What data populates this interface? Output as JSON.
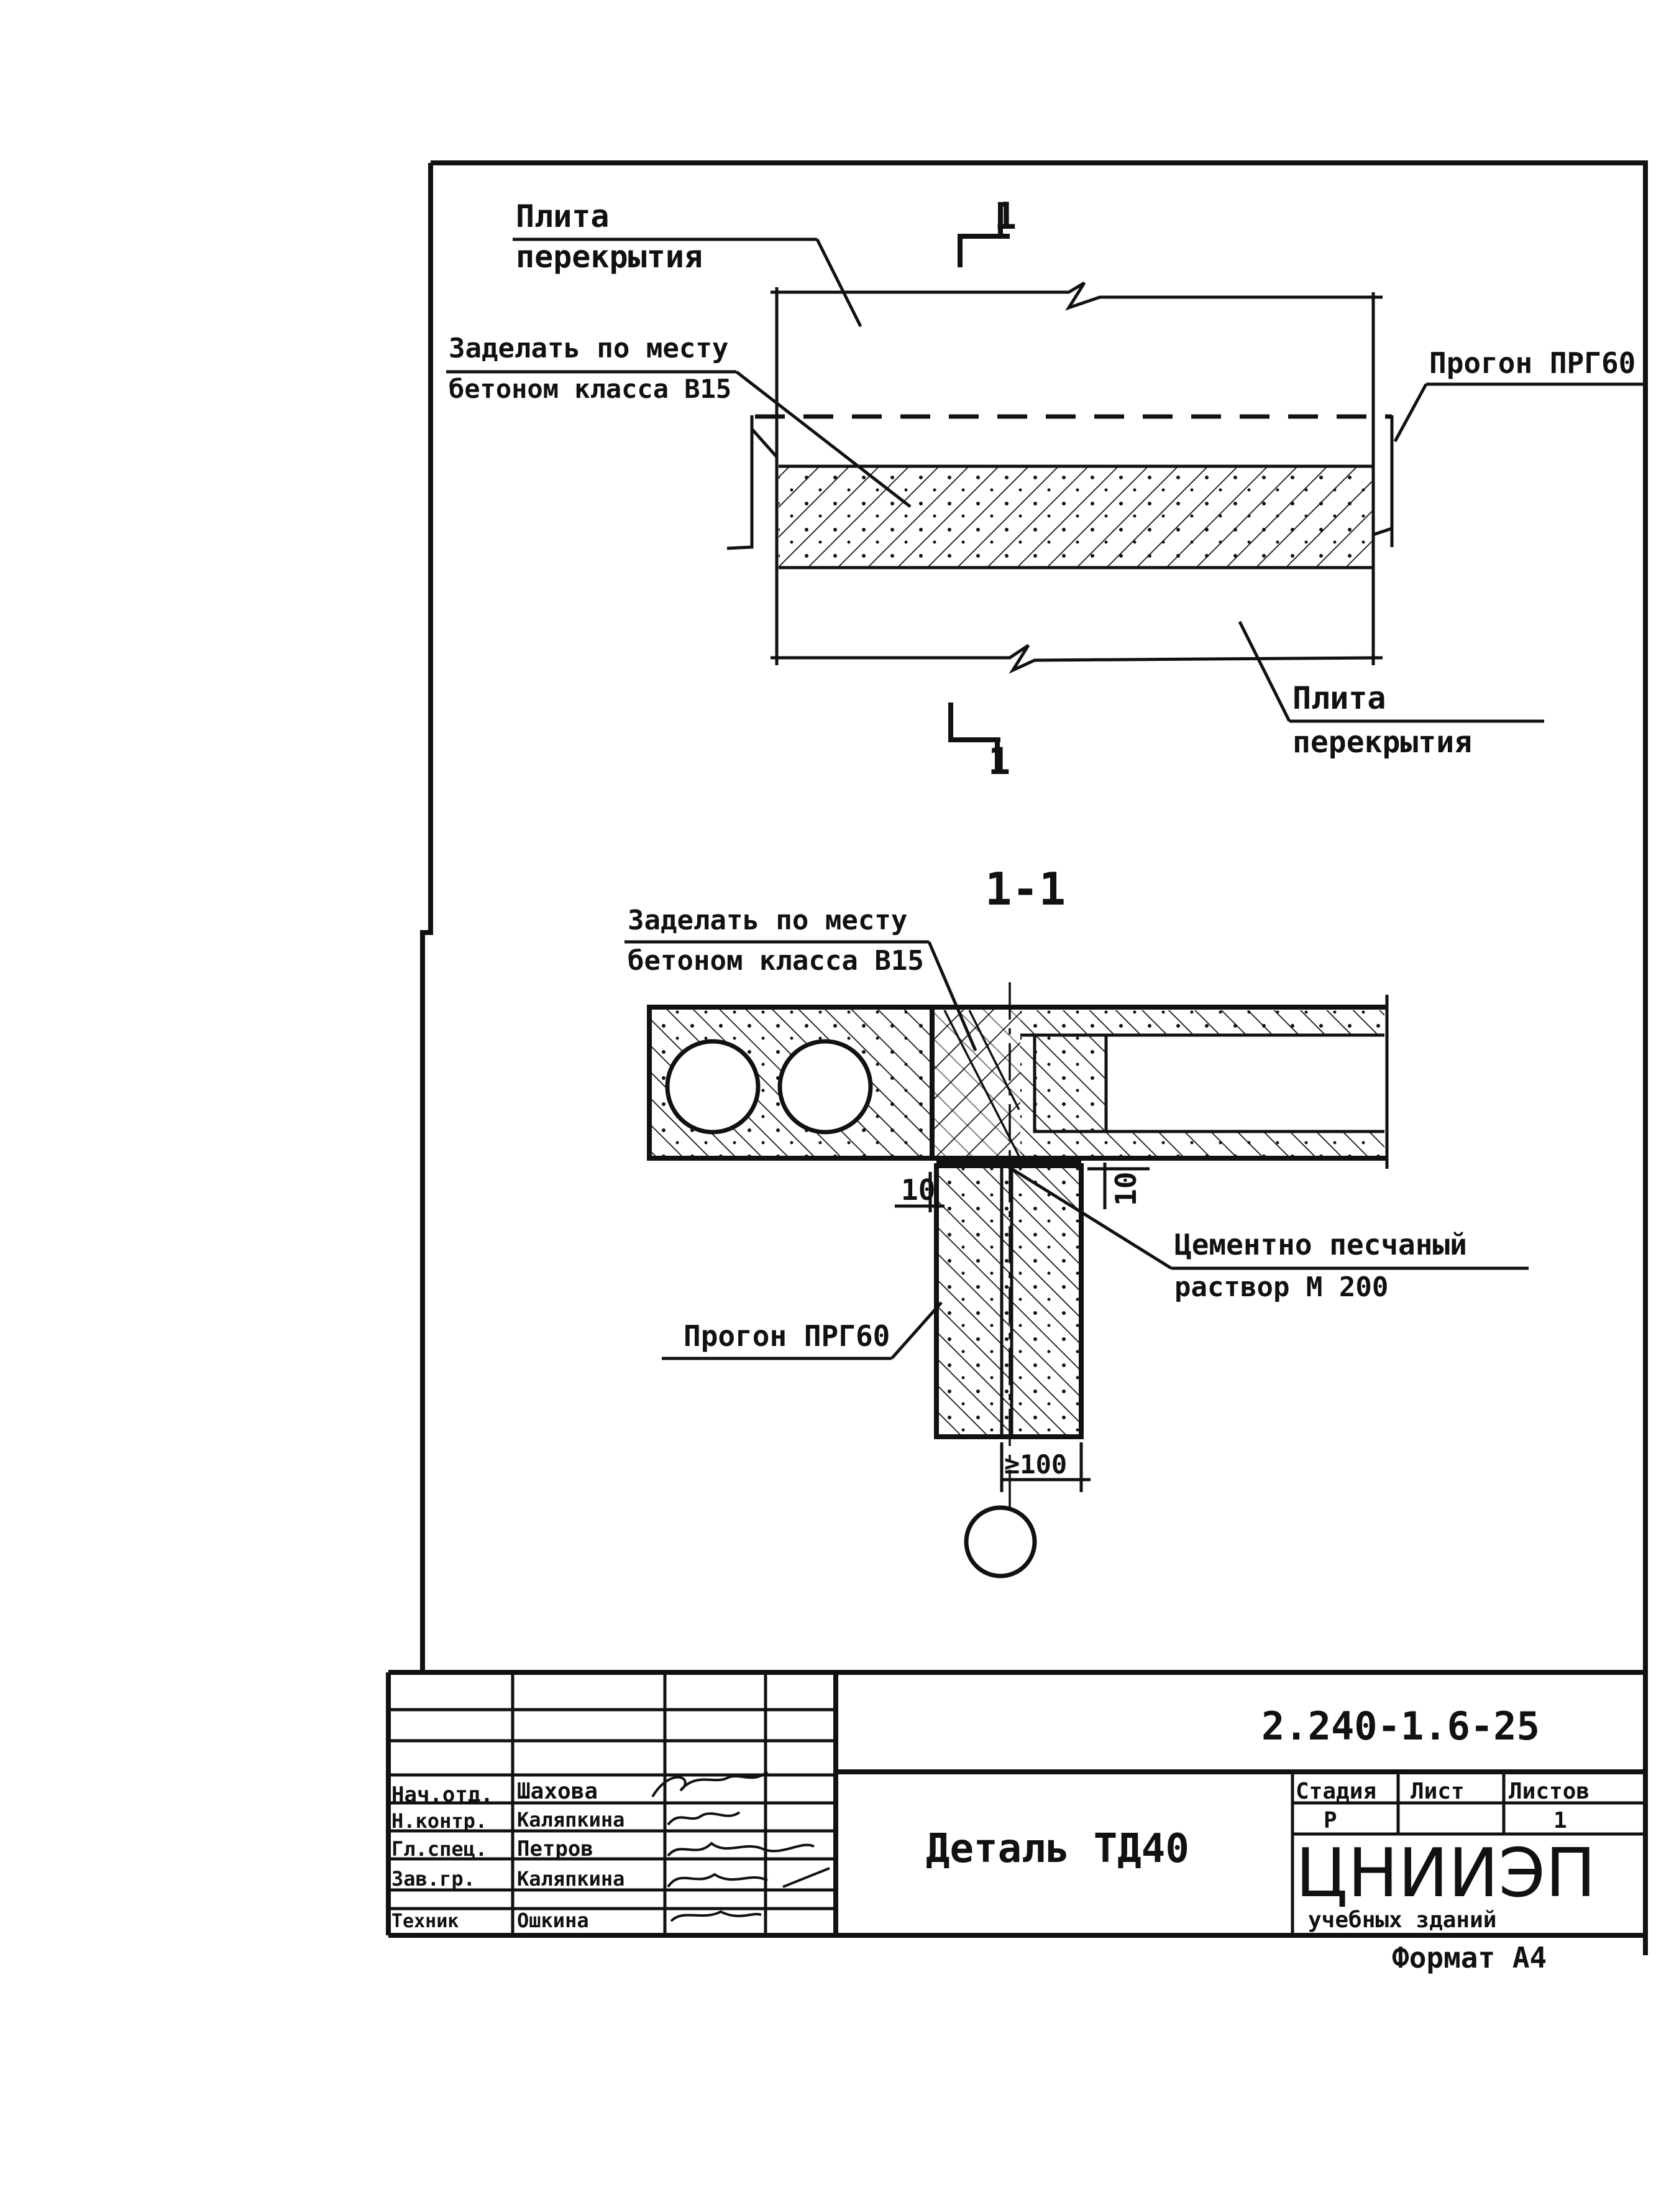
{
  "plan_view": {
    "label_slab_top": [
      "Плита",
      "перекрытия"
    ],
    "label_fill": [
      "Заделать по месту",
      "бетоном класса B15"
    ],
    "label_purlin": "Прогон ПРГ60",
    "label_slab_bottom": [
      "Плита",
      "перекрытия"
    ],
    "section_mark": "1"
  },
  "section_view": {
    "title": "1-1",
    "label_fill": [
      "Заделать по месту",
      "бетоном класса B15"
    ],
    "label_mortar": [
      "Цементно песчаный",
      "раствор М 200"
    ],
    "label_purlin": "Прогон ПРГ60",
    "dim_gap_left": "10",
    "dim_gap_right": "10",
    "dim_bearing": "≥100"
  },
  "title_block": {
    "document_code": "2.240-1.6-25",
    "drawing_title": "Деталь ТД40",
    "stage_label": "Стадия",
    "sheet_label": "Лист",
    "sheets_label": "Листов",
    "stage_value": "Р",
    "sheets_value": "1",
    "organization": "ЦНИИЭП",
    "organization_sub": "учебных зданий",
    "format": "Формат А4",
    "signatures": [
      {
        "role": "Нач.отд.",
        "name": "Шахова"
      },
      {
        "role": "Н.контр.",
        "name": "Каляпкина"
      },
      {
        "role": "Гл.спец.",
        "name": "Петров"
      },
      {
        "role": "Зав.гр.",
        "name": "Каляпкина"
      },
      {
        "role": "Техник",
        "name": "Ошкина"
      }
    ]
  }
}
